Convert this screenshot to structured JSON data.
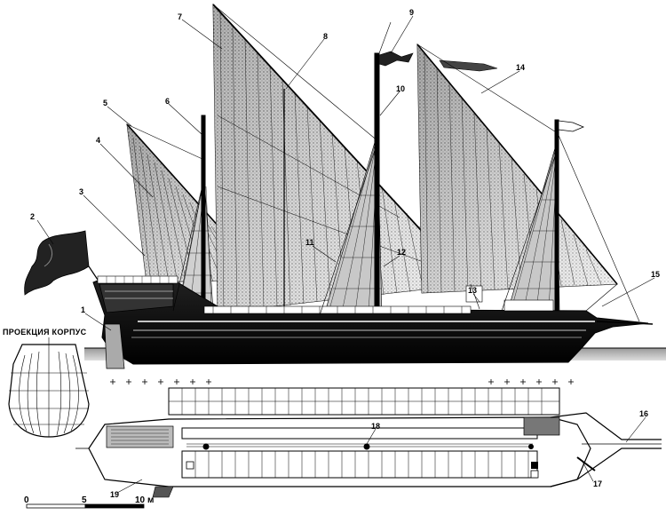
{
  "caption": {
    "hull_projection": "ПРОЕКЦИЯ КОРПУС"
  },
  "scale_bar": {
    "zero": "0",
    "five": "5",
    "ten": "10",
    "unit": "м"
  },
  "callouts": [
    "1",
    "2",
    "3",
    "4",
    "5",
    "6",
    "7",
    "8",
    "9",
    "10",
    "11",
    "12",
    "13",
    "14",
    "15",
    "16",
    "17",
    "18",
    "19"
  ],
  "colors": {
    "ink": "#000000",
    "paper": "#ffffff",
    "sail_shade": "#6e6e6e",
    "hull": "#111111"
  }
}
